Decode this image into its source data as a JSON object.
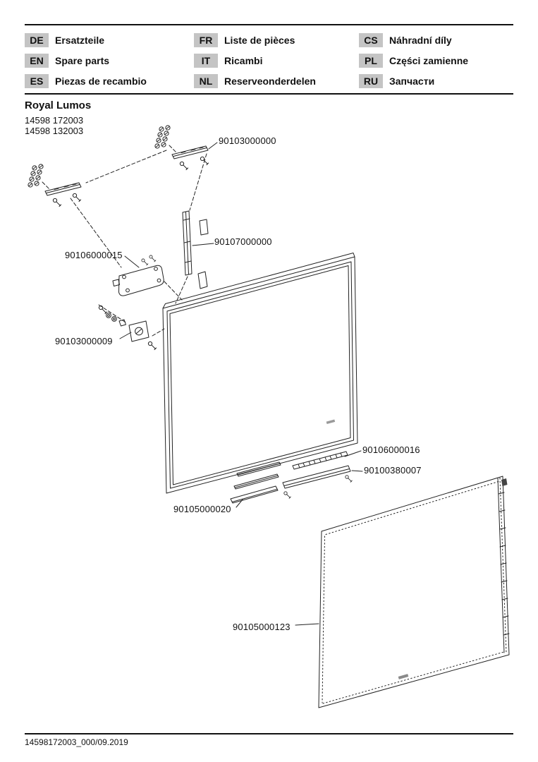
{
  "header": {
    "languages": [
      {
        "code": "DE",
        "label": "Ersatzteile"
      },
      {
        "code": "EN",
        "label": "Spare parts"
      },
      {
        "code": "ES",
        "label": "Piezas de recambio"
      },
      {
        "code": "FR",
        "label": "Liste de pièces"
      },
      {
        "code": "IT",
        "label": "Ricambi"
      },
      {
        "code": "NL",
        "label": "Reserveonderdelen"
      },
      {
        "code": "CS",
        "label": "Náhradní díly"
      },
      {
        "code": "PL",
        "label": "Części zamienne"
      },
      {
        "code": "RU",
        "label": "Запчасти"
      }
    ]
  },
  "product": {
    "name": "Royal Lumos",
    "model_numbers": [
      "14598 172003",
      "14598 132003"
    ]
  },
  "diagram": {
    "part_labels": [
      {
        "number": "90103000000"
      },
      {
        "number": "90107000000"
      },
      {
        "number": "90106000015"
      },
      {
        "number": "90103000009"
      },
      {
        "number": "90106000016"
      },
      {
        "number": "90100380007"
      },
      {
        "number": "90105000020"
      },
      {
        "number": "90105000123"
      }
    ]
  },
  "footer": {
    "document_code": "14598172003_000/09.2019"
  },
  "colors": {
    "badge_bg": "#c4c4c4",
    "line": "#111111",
    "paper": "#ffffff"
  }
}
